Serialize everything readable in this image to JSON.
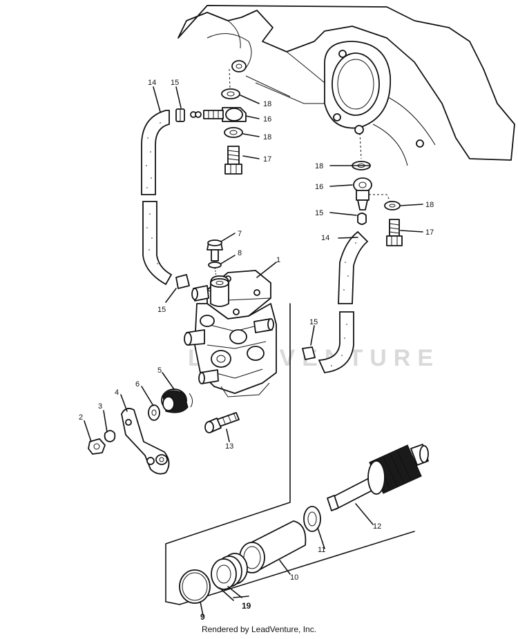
{
  "watermark": "LEADVENTURE",
  "footer": "Rendered by LeadVenture, Inc.",
  "callouts": [
    {
      "id": "c14a",
      "text": "14"
    },
    {
      "id": "c15a",
      "text": "15"
    },
    {
      "id": "c18a",
      "text": "18"
    },
    {
      "id": "c16a",
      "text": "16"
    },
    {
      "id": "c18b",
      "text": "18"
    },
    {
      "id": "c17a",
      "text": "17"
    },
    {
      "id": "c18c",
      "text": "18"
    },
    {
      "id": "c16b",
      "text": "16"
    },
    {
      "id": "c18d",
      "text": "18"
    },
    {
      "id": "c15b",
      "text": "15"
    },
    {
      "id": "c17b",
      "text": "17"
    },
    {
      "id": "c14b",
      "text": "14"
    },
    {
      "id": "c7",
      "text": "7"
    },
    {
      "id": "c8",
      "text": "8"
    },
    {
      "id": "c1",
      "text": "1"
    },
    {
      "id": "c15c",
      "text": "15"
    },
    {
      "id": "c15d",
      "text": "15"
    },
    {
      "id": "c5",
      "text": "5"
    },
    {
      "id": "c6",
      "text": "6"
    },
    {
      "id": "c4",
      "text": "4"
    },
    {
      "id": "c3",
      "text": "3"
    },
    {
      "id": "c2",
      "text": "2"
    },
    {
      "id": "c13",
      "text": "13"
    },
    {
      "id": "c12",
      "text": "12"
    },
    {
      "id": "c11",
      "text": "11"
    },
    {
      "id": "c10",
      "text": "10"
    },
    {
      "id": "c9",
      "text": "9"
    },
    {
      "id": "c19",
      "text": "19"
    }
  ]
}
